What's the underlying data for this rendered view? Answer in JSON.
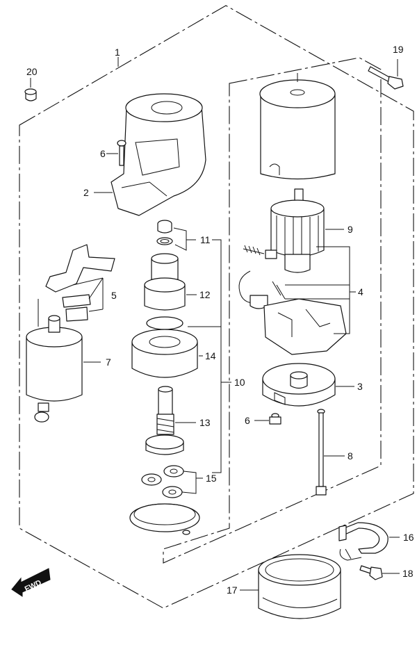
{
  "diagram": {
    "callouts": {
      "c1": "1",
      "c2": "2",
      "c3": "3",
      "c4": "4",
      "c5": "5",
      "c6a": "6",
      "c6b": "6",
      "c7": "7",
      "c8": "8",
      "c9": "9",
      "c10": "10",
      "c11": "11",
      "c12": "12",
      "c13": "13",
      "c14": "14",
      "c15": "15",
      "c16": "16",
      "c17": "17",
      "c18": "18",
      "c19": "19",
      "c20": "20"
    },
    "fwd_label": "FWD"
  }
}
